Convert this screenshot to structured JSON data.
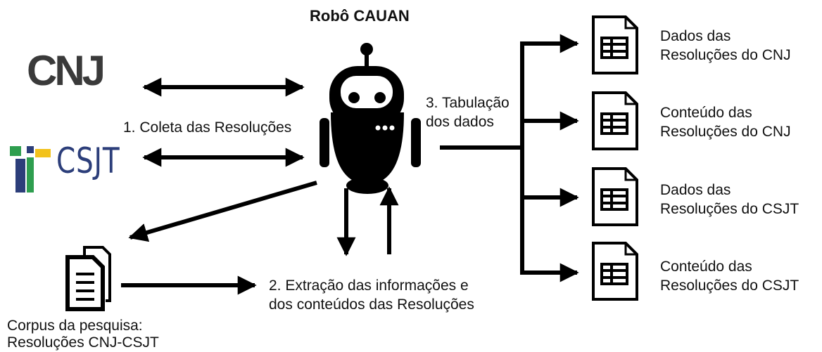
{
  "title": "Robô CAUAN",
  "logos": {
    "cnj": "CNJ",
    "csjt": "CSJT"
  },
  "labels": {
    "step1": "1. Coleta das Resoluções",
    "step2_line1": "2. Extração das informações e",
    "step2_line2": "dos conteúdos das Resoluções",
    "step3_line1": "3. Tabulação",
    "step3_line2": "dos dados",
    "corpus_line1": "Corpus da pesquisa:",
    "corpus_line2": "Resoluções CNJ-CSJT"
  },
  "outputs": [
    {
      "line1": "Dados das",
      "line2": "Resoluções do CNJ"
    },
    {
      "line1": "Conteúdo das",
      "line2": "Resoluções do CNJ"
    },
    {
      "line1": "Dados das",
      "line2": "Resoluções do CSJT"
    },
    {
      "line1": "Conteúdo das",
      "line2": "Resoluções do CSJT"
    }
  ],
  "icons": {
    "robot": "robot-icon",
    "corpus": "document-stack-icon",
    "spreadsheet": "spreadsheet-file-icon"
  },
  "colors": {
    "line": "#000000",
    "cnj_logo": "#3a3a3a",
    "csjt_blue": "#2c3e7a",
    "csjt_green": "#2e9e4f",
    "csjt_yellow": "#f2c21b"
  }
}
